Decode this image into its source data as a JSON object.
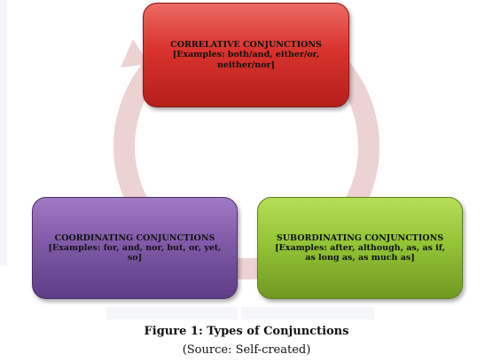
{
  "diagram": {
    "boxes": [
      {
        "title": "CORRELATIVE CONJUNCTIONS",
        "examples": "[Examples: both/and, either/or, neither/nor]",
        "color": "#d9332d"
      },
      {
        "title": "COORDINATING CONJUNCTIONS",
        "examples": "[Examples: for, and, nor, but, or, yet, so]",
        "color": "#805aa8"
      },
      {
        "title": "SUBORDINATING CONJUNCTIONS",
        "examples": "[Examples: after, although, as, as if, as long as, as much as]",
        "color": "#94c437"
      }
    ],
    "cycle_arrow_color": "#e7c9c9"
  },
  "caption": {
    "title": "Figure 1: Types of Conjunctions",
    "source": "(Source: Self-created)"
  }
}
